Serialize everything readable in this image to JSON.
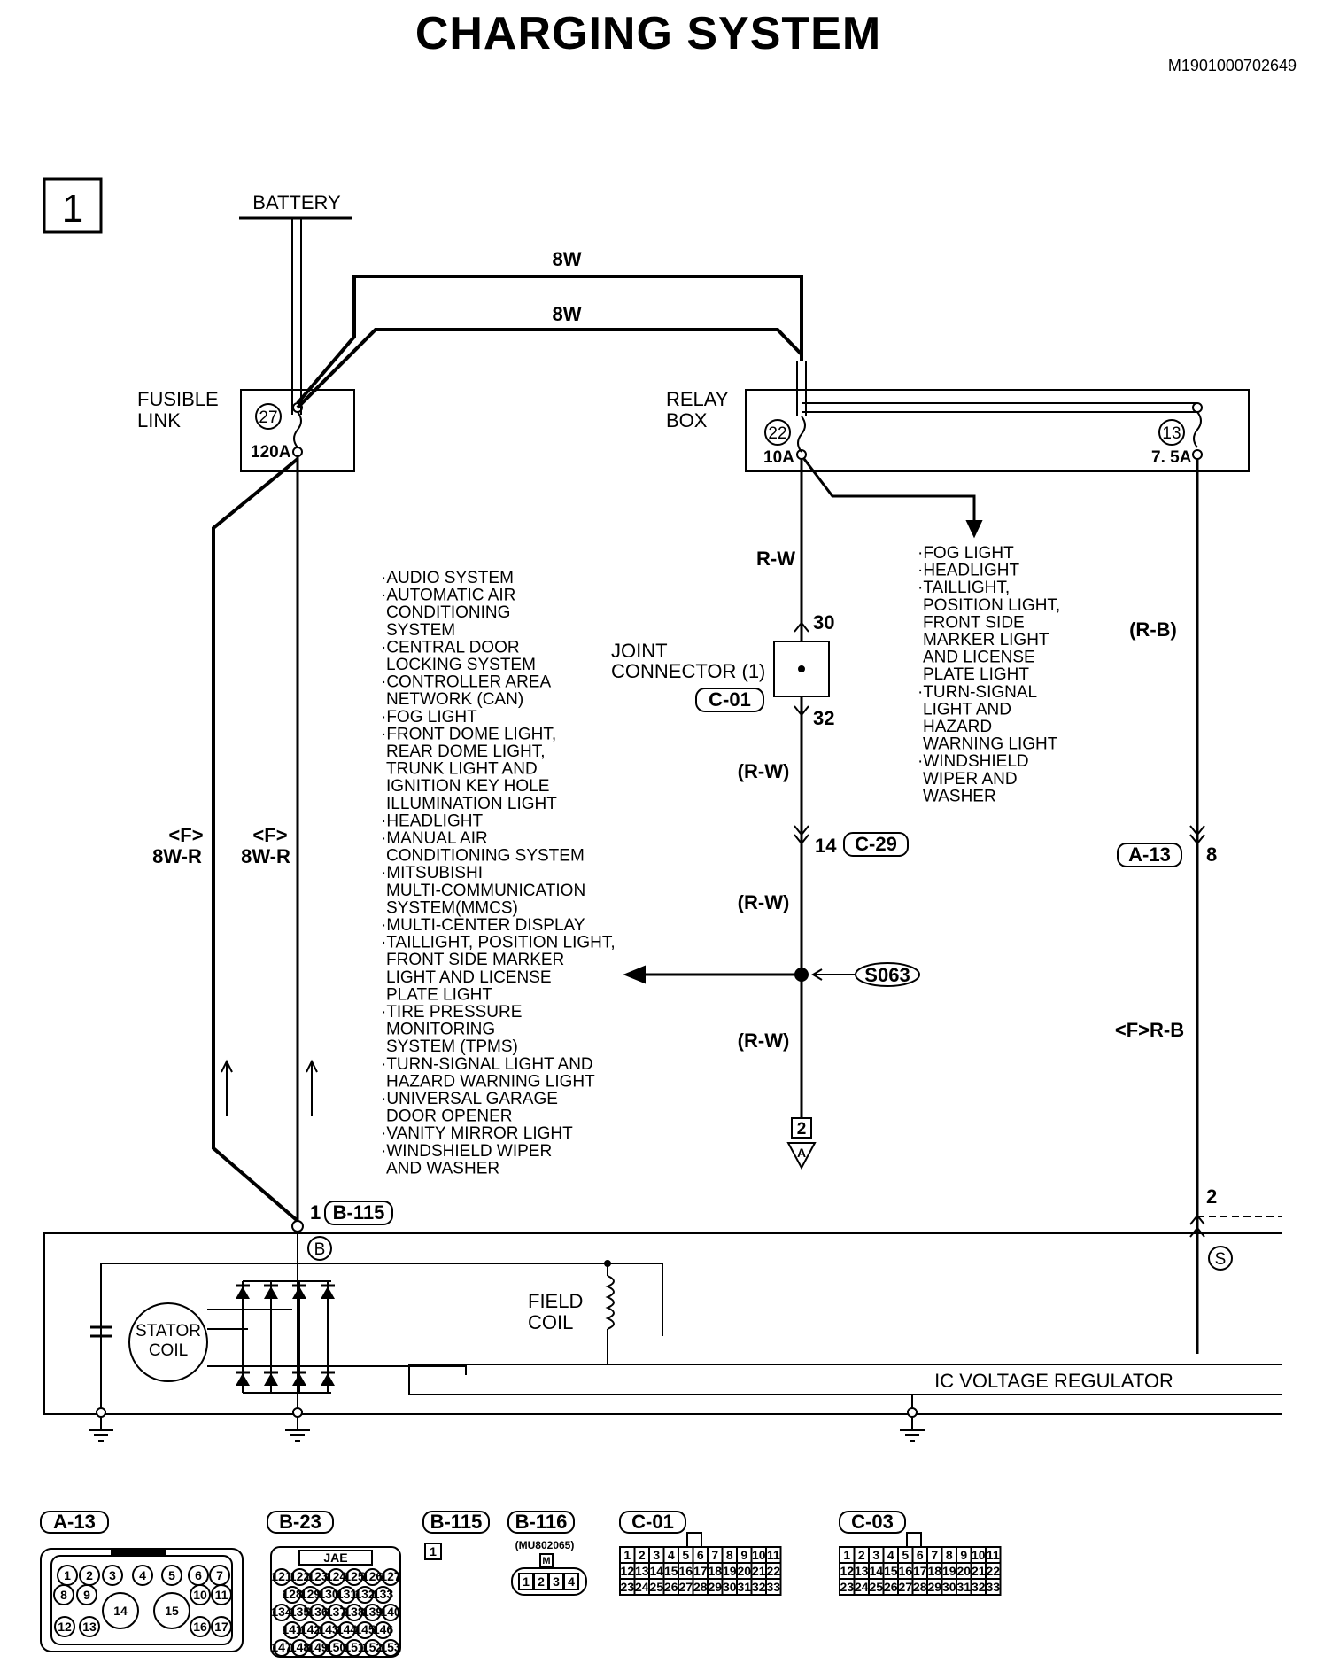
{
  "header": {
    "title": "CHARGING SYSTEM",
    "doc_id": "M1901000702649",
    "page_box": "1"
  },
  "components": {
    "battery": "BATTERY",
    "fusible_link": [
      "FUSIBLE",
      "LINK"
    ],
    "fusible_link_no": "27",
    "fusible_link_rating": "120A",
    "relay_box": [
      "RELAY",
      "BOX"
    ],
    "fuse22_no": "22",
    "fuse22_rating": "10A",
    "fuse13_no": "13",
    "fuse13_rating": "7. 5A",
    "joint_connector": [
      "JOINT",
      "CONNECTOR (1)"
    ],
    "joint_connector_code": "C-01",
    "field_coil": [
      "FIELD",
      "COIL"
    ],
    "stator_coil": [
      "STATOR",
      "COIL"
    ],
    "ic_regulator": "IC VOLTAGE REGULATOR"
  },
  "wires": {
    "top1": "8W",
    "top2": "8W",
    "rw": "R-W",
    "rw_paren1": "(R-W)",
    "rw_paren2": "(R-W)",
    "rw_paren3": "(R-W)",
    "rb_paren": "(R-B)",
    "f_rb": "<F>R-B",
    "f_label1": "<F>",
    "f_wire1": "8W-R",
    "f_label2": "<F>",
    "f_wire2": "8W-R"
  },
  "pins": {
    "jc_top": "30",
    "jc_bottom": "32",
    "c29_pin": "14",
    "c29": "C-29",
    "a13": "A-13",
    "a13_pin": "8",
    "s063": "S063",
    "to_page": "2",
    "to_letter": "A",
    "b115_pin": "1",
    "b115": "B-115",
    "terminal_b": "B",
    "terminal_s": "S",
    "s_pin": "2"
  },
  "list_left": [
    "·AUDIO SYSTEM",
    "·AUTOMATIC AIR",
    "CONDITIONING",
    "SYSTEM",
    "·CENTRAL DOOR",
    "LOCKING SYSTEM",
    "·CONTROLLER AREA",
    "NETWORK (CAN)",
    "·FOG LIGHT",
    "·FRONT DOME LIGHT,",
    "REAR DOME LIGHT,",
    "TRUNK LIGHT AND",
    "IGNITION KEY HOLE",
    "ILLUMINATION LIGHT",
    "·HEADLIGHT",
    "·MANUAL AIR",
    "CONDITIONING SYSTEM",
    "·MITSUBISHI",
    "MULTI-COMMUNICATION",
    "SYSTEM(MMCS)",
    "·MULTI-CENTER DISPLAY",
    "·TAILLIGHT, POSITION LIGHT,",
    "FRONT SIDE MARKER",
    "LIGHT AND LICENSE",
    "PLATE LIGHT",
    "·TIRE PRESSURE",
    "MONITORING",
    "SYSTEM (TPMS)",
    "·TURN-SIGNAL LIGHT AND",
    "HAZARD WARNING LIGHT",
    "·UNIVERSAL GARAGE",
    "DOOR OPENER",
    "·VANITY MIRROR LIGHT",
    "·WINDSHIELD WIPER",
    "AND WASHER"
  ],
  "list_right": [
    "·FOG LIGHT",
    "·HEADLIGHT",
    "·TAILLIGHT,",
    "POSITION LIGHT,",
    "FRONT SIDE",
    "MARKER LIGHT",
    "AND LICENSE",
    "PLATE LIGHT",
    "·TURN-SIGNAL",
    "LIGHT AND",
    "HAZARD",
    "WARNING LIGHT",
    "·WINDSHIELD",
    "WIPER AND",
    "WASHER"
  ],
  "connector_legend": {
    "a13": "A-13",
    "a13_pins": [
      "1",
      "2",
      "3",
      "4",
      "5",
      "6",
      "7",
      "8",
      "9",
      "10",
      "11",
      "14",
      "15",
      "12",
      "13",
      "16",
      "17"
    ],
    "b23": "B-23",
    "b23_maker": "JAE",
    "b23_rows": [
      [
        "121",
        "122",
        "123",
        "124",
        "125",
        "126",
        "127"
      ],
      [
        "128",
        "129",
        "130",
        "131",
        "132",
        "133"
      ],
      [
        "134",
        "135",
        "136",
        "137",
        "138",
        "139",
        "140"
      ],
      [
        "141",
        "142",
        "143",
        "144",
        "145",
        "146"
      ],
      [
        "147",
        "148",
        "149",
        "150",
        "151",
        "152",
        "153"
      ]
    ],
    "b115": "B-115",
    "b115_pin": "1",
    "b116": "B-116",
    "b116_part": "(MU802065)",
    "b116_mark": "M",
    "b116_pins": [
      "1",
      "2",
      "3",
      "4"
    ],
    "c01": "C-01",
    "c03": "C-03",
    "c_rows": [
      [
        "1",
        "2",
        "3",
        "4",
        "5",
        "6",
        "7",
        "8",
        "9",
        "10",
        "11"
      ],
      [
        "12",
        "13",
        "14",
        "15",
        "16",
        "17",
        "18",
        "19",
        "20",
        "21",
        "22"
      ],
      [
        "23",
        "24",
        "25",
        "26",
        "27",
        "28",
        "29",
        "30",
        "31",
        "32",
        "33"
      ]
    ]
  }
}
